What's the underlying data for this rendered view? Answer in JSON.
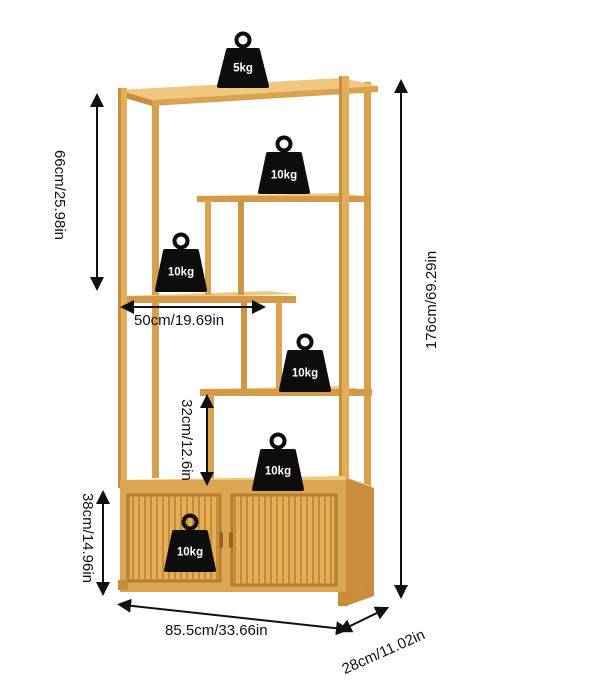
{
  "dimensions": {
    "total_height": "176cm/69.29in",
    "top_section_height": "66cm/25.98in",
    "shelf_width": "50cm/19.69in",
    "shelf_spacing": "32cm/12.6in",
    "cabinet_height": "38cm/14.96in",
    "total_width": "85.5cm/33.66in",
    "depth": "28cm/11.02in"
  },
  "weights": {
    "top": "5kg",
    "upper_right": "10kg",
    "upper_left": "10kg",
    "middle_right": "10kg",
    "lower_right": "10kg",
    "cabinet": "10kg"
  },
  "colors": {
    "bamboo_light": "#e9b96a",
    "bamboo_mid": "#d7a04d",
    "bamboo_dark": "#b67d2d",
    "weight_fill": "#0d0d0d",
    "line": "#111111"
  }
}
